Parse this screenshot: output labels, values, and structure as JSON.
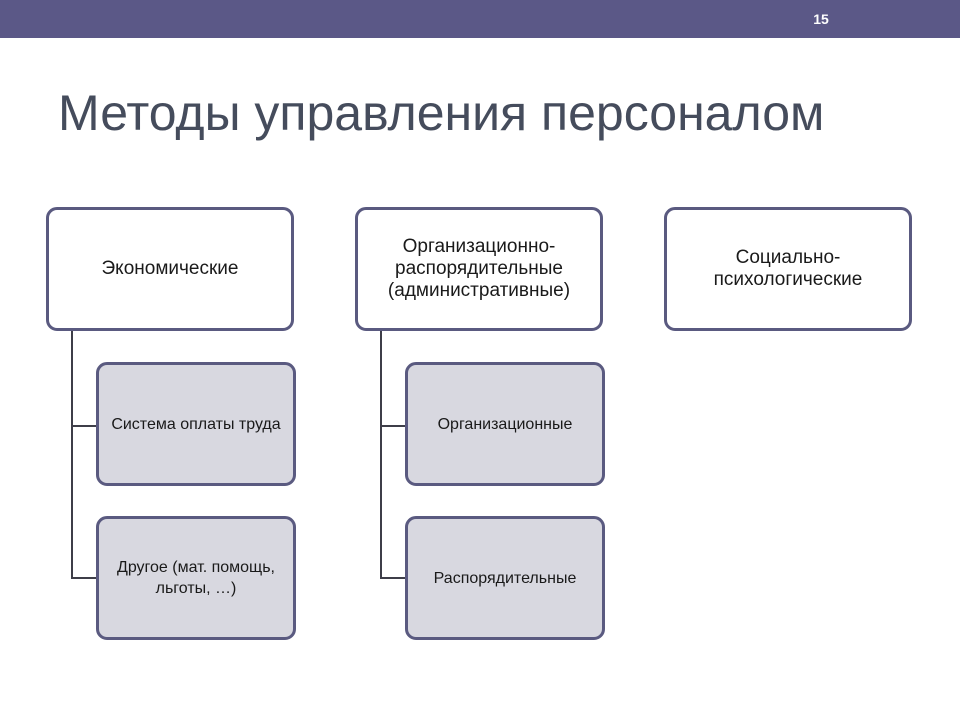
{
  "slide": {
    "number": "15",
    "title": "Методы управления персоналом"
  },
  "diagram": {
    "columns": [
      {
        "label": "Экономические",
        "children": [
          "Система оплаты труда",
          "Другое (мат. помощь, льготы, …)"
        ]
      },
      {
        "label": "Организационно-распорядительные (административные)",
        "children": [
          "Организационные",
          "Распорядительные"
        ]
      },
      {
        "label": "Социально-психологические",
        "children": []
      }
    ]
  },
  "colors": {
    "top_bar": "#5b5887",
    "title": "#454c5c",
    "box_border": "#5a5a80",
    "child_fill": "#d8d8e0",
    "connector": "#3e3e48"
  }
}
